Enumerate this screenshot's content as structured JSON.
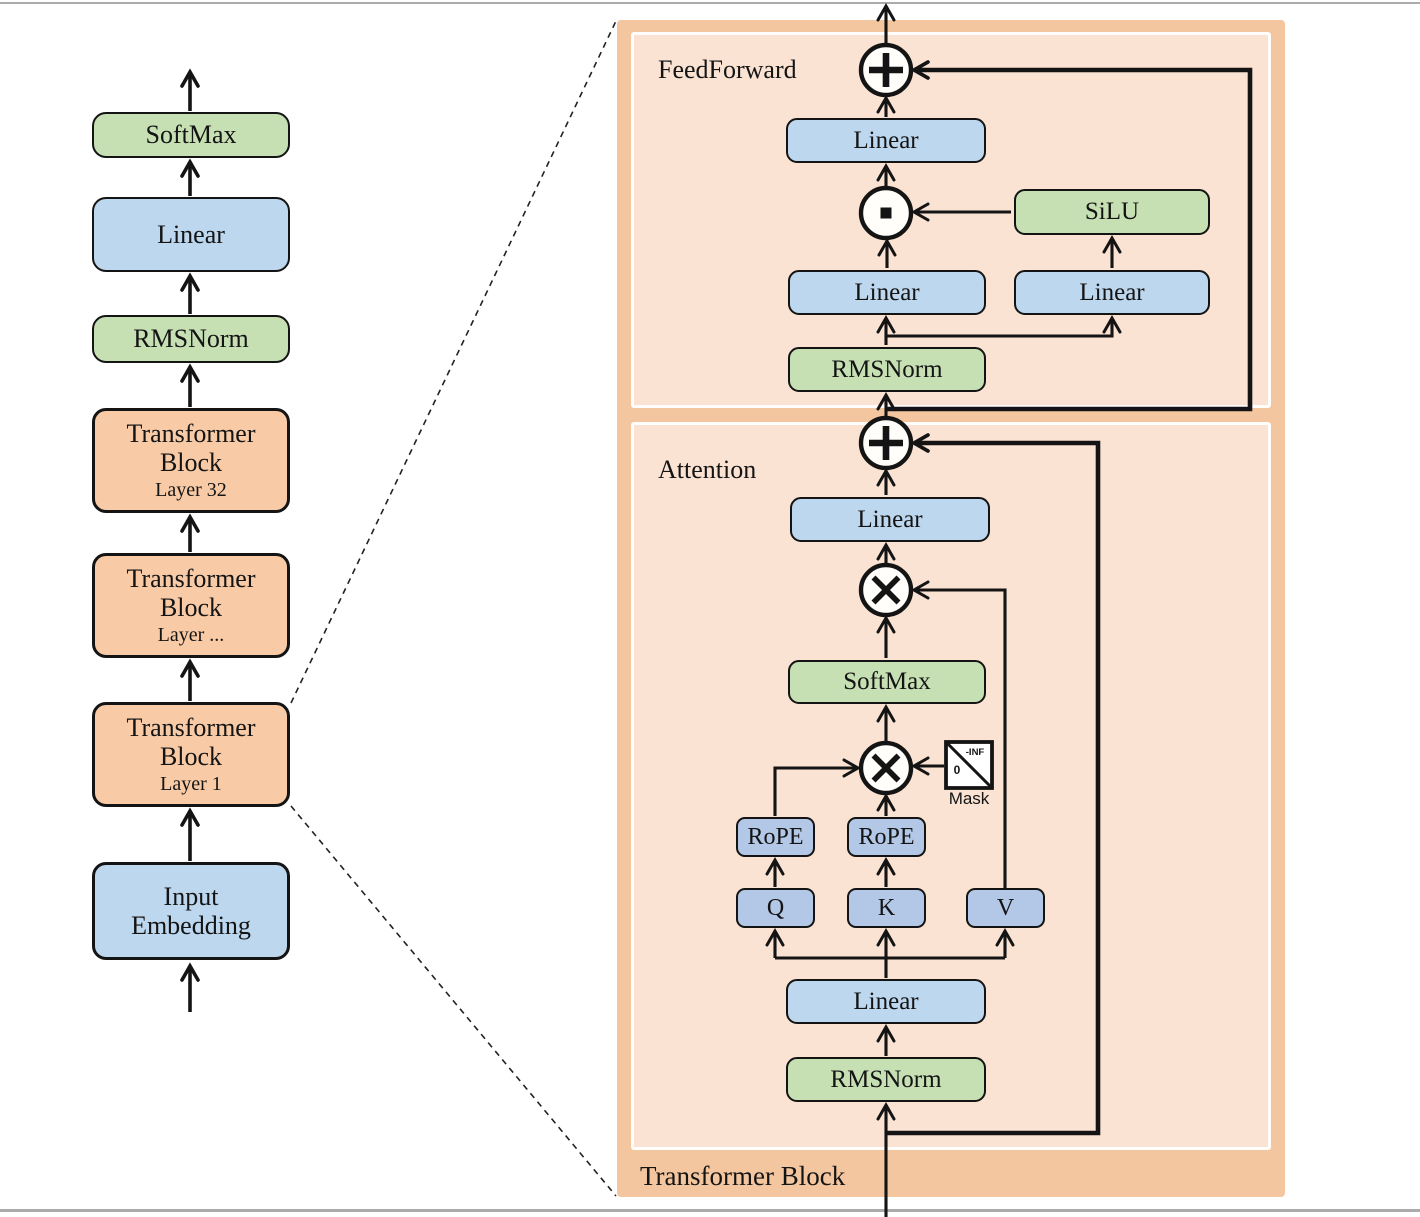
{
  "colors": {
    "box-green": "#c6e0b4",
    "box-blue": "#bdd7ee",
    "box-blue-deep": "#b3c7e6",
    "box-orange": "#f8cba6",
    "panel-outer": "#f4c6a0",
    "panel-inner": "#fbe3d3",
    "page-rule": "#ababab"
  },
  "left_column": {
    "softmax": "SoftMax",
    "linear": "Linear",
    "rmsnorm": "RMSNorm",
    "transformer_block_32": {
      "title_line1": "Transformer",
      "title_line2": "Block",
      "layer": "Layer 32"
    },
    "transformer_block_mid": {
      "title_line1": "Transformer",
      "title_line2": "Block",
      "layer": "Layer ..."
    },
    "transformer_block_1": {
      "title_line1": "Transformer",
      "title_line2": "Block",
      "layer": "Layer 1"
    },
    "input_embedding": {
      "line1": "Input",
      "line2": "Embedding"
    }
  },
  "detail_panel": {
    "title": "Transformer Block",
    "feedforward": {
      "label": "FeedForward",
      "linear_out": "Linear",
      "silu": "SiLU",
      "linear_gate": "Linear",
      "linear_up": "Linear",
      "rmsnorm": "RMSNorm"
    },
    "attention": {
      "label": "Attention",
      "linear_out": "Linear",
      "softmax": "SoftMax",
      "mask": {
        "label": "Mask",
        "upper_value": "-INF",
        "lower_value": "0"
      },
      "rope_q": "RoPE",
      "rope_k": "RoPE",
      "q": "Q",
      "k": "K",
      "v": "V",
      "linear_qkv": "Linear",
      "rmsnorm": "RMSNorm"
    }
  }
}
